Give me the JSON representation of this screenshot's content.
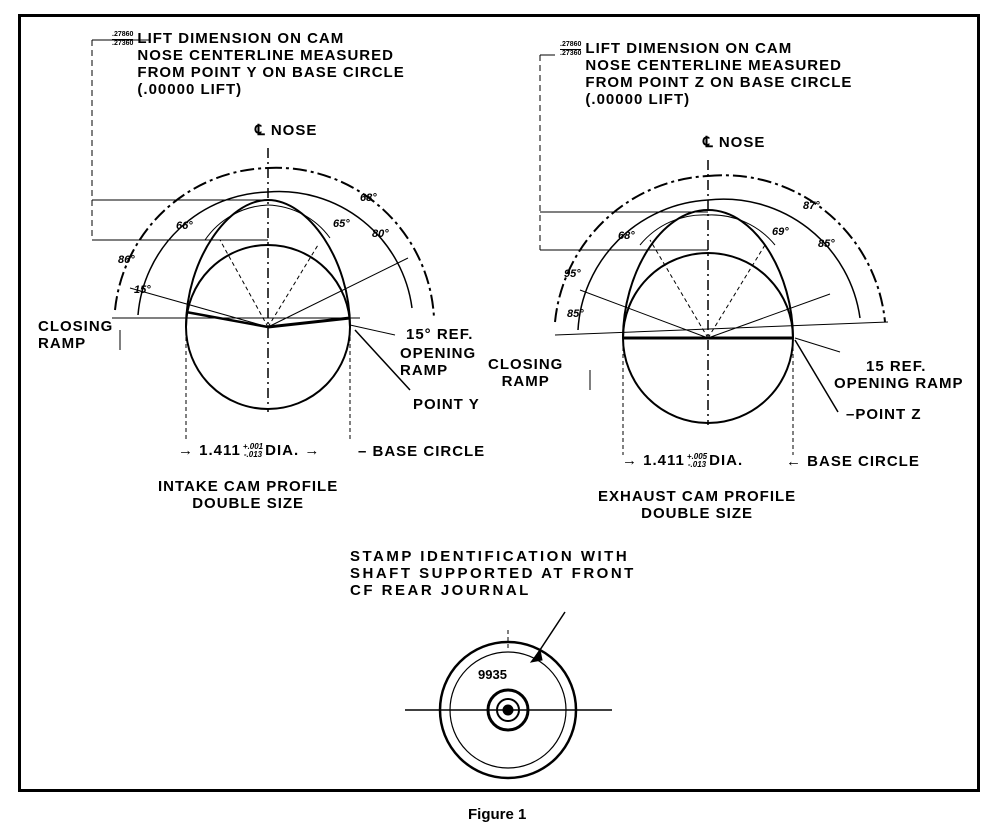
{
  "intake": {
    "lift_upper": ".27860",
    "lift_lower": ".27360",
    "lift_text": "LIFT DIMENSION ON CAM\nNOSE CENTERLINE MEASURED\nFROM POINT Y ON BASE CIRCLE\n(.00000 LIFT)",
    "nose_label": "NOSE",
    "angle_1": "66°",
    "angle_2": "68°",
    "angle_3": "65°",
    "angle_4": "80°",
    "angle_5": "86°",
    "angle_6": "15°",
    "closing_ramp": "CLOSING\nRAMP",
    "ref_label": "15° REF.",
    "opening_ramp": "OPENING\nRAMP",
    "point_label": "POINT Y",
    "dia_prefix": "1.411",
    "dia_tol_upper": "+.001",
    "dia_tol_lower": "-.013",
    "dia_suffix": "DIA.",
    "base_circle": "BASE CIRCLE",
    "caption": "INTAKE CAM PROFILE\nDOUBLE SIZE"
  },
  "exhaust": {
    "lift_upper": ".27860",
    "lift_lower": ".27360",
    "lift_text": "LIFT DIMENSION ON CAM\nNOSE CENTERLINE MEASURED\nFROM POINT Z ON BASE CIRCLE\n(.00000 LIFT)",
    "nose_label": "NOSE",
    "angle_1": "68°",
    "angle_2": "87°",
    "angle_3": "69°",
    "angle_4": "85°",
    "angle_5": "95°",
    "angle_6": "85°",
    "closing_ramp": "CLOSING\nRAMP",
    "ref_label": "15 REF.",
    "opening_ramp": "OPENING RAMP",
    "point_label": "POINT Z",
    "dia_prefix": "1.411",
    "dia_tol_upper": "+.005",
    "dia_tol_lower": "-.013",
    "dia_suffix": "DIA.",
    "base_circle": "BASE CIRCLE",
    "caption": "EXHAUST CAM PROFILE\nDOUBLE SIZE"
  },
  "stamp": {
    "text": "STAMP IDENTIFICATION WITH\nSHAFT SUPPORTED AT FRONT\nCF REAR JOURNAL",
    "number": "9935"
  },
  "figure_caption": "Figure 1"
}
